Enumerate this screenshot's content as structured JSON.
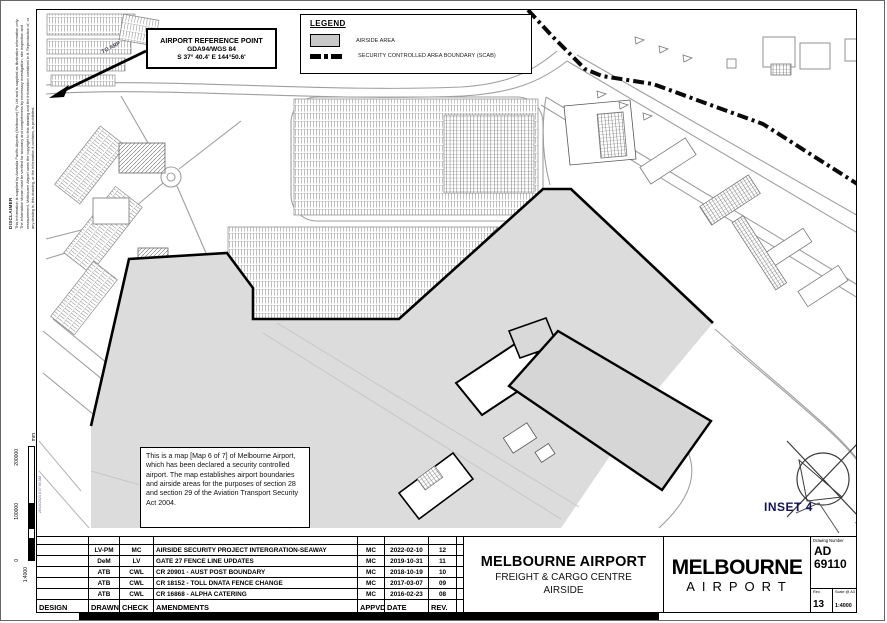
{
  "page": {
    "disclaimer_title": "DISCLAIMER",
    "disclaimer_body": "This information is supplied by Australia Pacific Airports (Melbourne) Pty Ltd and is supplied as illustrative information only. The information shown must be verified for accuracy and completeness by necessary investigation, site inspection and measurement. Melbourne Airport owns the copyright to this drawing and the information contained in it. Reproduction of, or any dealing in, this drawing, or the information it contains, is prohibited.",
    "timestamp": "26/10/2023 8:37:56 AM"
  },
  "scalebar": {
    "top_label": "200000",
    "mid_label": "100000",
    "zero_label": "0",
    "unit": "mm",
    "ratio": "1:4000"
  },
  "arp_box": {
    "line1": "AIRPORT REFERENCE POINT",
    "line2": "GDA94/WGS 84",
    "line3": "S 37° 40.4' E 144°50.6'"
  },
  "to_arp_label": "TO ARP",
  "legend": {
    "title": "LEGEND",
    "airside_label": "AIRSIDE AREA",
    "airside_color": "#c8c8c8",
    "scab_label": "SECURITY CONTROLLED AREA BOUNDARY (SCAB)"
  },
  "map_note": "This is a map [Map 6 of 7] of Melbourne Airport, which has been declared a security controlled airport. The map establishes airport boundaries and airside areas for the purposes of section 28 and section 29 of the Aviation Transport Security Act 2004.",
  "inset_label": "INSET 4",
  "title_block": {
    "headers": {
      "design": "DESIGN",
      "drawn": "DRAWN",
      "check": "CHECK",
      "amendments": "AMENDMENTS",
      "appvd": "APPVD",
      "date": "DATE",
      "rev": "REV."
    },
    "rows": [
      {
        "design": "",
        "drawn": "LV-PM",
        "check": "MC",
        "amendment": "AIRSIDE SECURITY PROJECT INTERGRATION-SEAWAY",
        "appvd": "MC",
        "date": "2022-02-10",
        "rev": "12"
      },
      {
        "design": "",
        "drawn": "DeM",
        "check": "LV",
        "amendment": "GATE 27 FENCE LINE UPDATES",
        "appvd": "MC",
        "date": "2019-10-31",
        "rev": "11"
      },
      {
        "design": "",
        "drawn": "ATB",
        "check": "CWL",
        "amendment": "CR 20901 - AUST POST BOUNDARY",
        "appvd": "MC",
        "date": "2018-10-19",
        "rev": "10"
      },
      {
        "design": "",
        "drawn": "ATB",
        "check": "CWL",
        "amendment": "CR 18152 - TOLL DNATA FENCE CHANGE",
        "appvd": "MC",
        "date": "2017-03-07",
        "rev": "09"
      },
      {
        "design": "",
        "drawn": "ATB",
        "check": "CWL",
        "amendment": "CR 16868 - ALPHA CATERING",
        "appvd": "MC",
        "date": "2016-02-23",
        "rev": "08"
      }
    ],
    "project": {
      "title": "MELBOURNE AIRPORT",
      "subtitle1": "FREIGHT & CARGO CENTRE",
      "subtitle2": "AIRSIDE"
    },
    "logo": {
      "line1": "MELBOURNE",
      "line2": "AIRPORT"
    },
    "drawing": {
      "number_label": "Drawing Number",
      "number_line1": "AD",
      "number_line2": "69110",
      "rev_label": "Rev.",
      "rev_value": "13",
      "scale_label": "Scale @ A3",
      "scale_value": "1:4000"
    }
  }
}
